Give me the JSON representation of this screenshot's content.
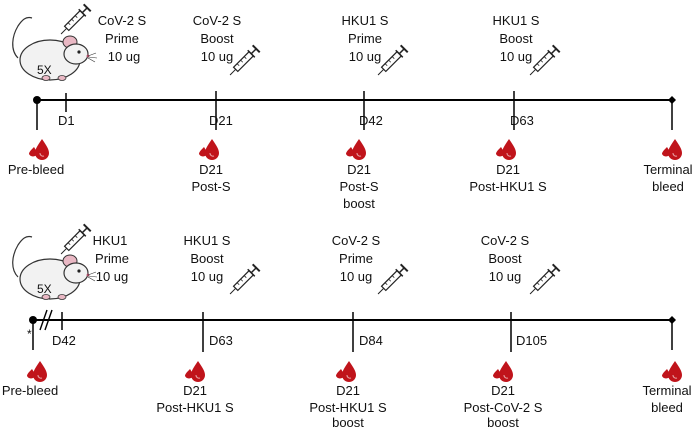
{
  "timeline1": {
    "mouse_badge": "5X",
    "events": [
      {
        "vaccine": "CoV-2 S",
        "dose": "Prime",
        "amount": "10 ug",
        "day": "D1"
      },
      {
        "vaccine": "CoV-2 S",
        "dose": "Boost",
        "amount": "10 ug",
        "day": "D21"
      },
      {
        "vaccine": "HKU1 S",
        "dose": "Prime",
        "amount": "10 ug",
        "day": "D42"
      },
      {
        "vaccine": "HKU1 S",
        "dose": "Boost",
        "amount": "10 ug",
        "day": "D63"
      }
    ],
    "bleeds": [
      {
        "line1": "Pre-bleed",
        "line2": "",
        "line3": ""
      },
      {
        "line1": "D21",
        "line2": "Post-S",
        "line3": ""
      },
      {
        "line1": "D21",
        "line2": "Post-S",
        "line3": "boost"
      },
      {
        "line1": "D21",
        "line2": "Post-HKU1 S",
        "line3": ""
      },
      {
        "line1": "Terminal",
        "line2": "bleed",
        "line3": ""
      }
    ]
  },
  "timeline2": {
    "mouse_badge": "5X",
    "break_mark": "*",
    "events": [
      {
        "vaccine": "HKU1",
        "dose": "Prime",
        "amount": "10 ug",
        "day": "D42"
      },
      {
        "vaccine": "HKU1 S",
        "dose": "Boost",
        "amount": "10 ug",
        "day": "D63"
      },
      {
        "vaccine": "CoV-2 S",
        "dose": "Prime",
        "amount": "10 ug",
        "day": "D84"
      },
      {
        "vaccine": "CoV-2 S",
        "dose": "Boost",
        "amount": "10 ug",
        "day": "D105"
      }
    ],
    "bleeds": [
      {
        "line1": "Pre-bleed",
        "line2": "",
        "line3": ""
      },
      {
        "line1": "D21",
        "line2": "Post-HKU1 S",
        "line3": ""
      },
      {
        "line1": "D21",
        "line2": "Post-HKU1 S",
        "line3": "boost"
      },
      {
        "line1": "D21",
        "line2": "Post-CoV-2 S",
        "line3": "boost"
      },
      {
        "line1": "Terminal",
        "line2": "bleed",
        "line3": ""
      }
    ]
  },
  "colors": {
    "line": "#000000",
    "blood": "#c0141b",
    "mouse_ear": "#e9b8c4",
    "mouse_body": "#f2f2f2"
  }
}
